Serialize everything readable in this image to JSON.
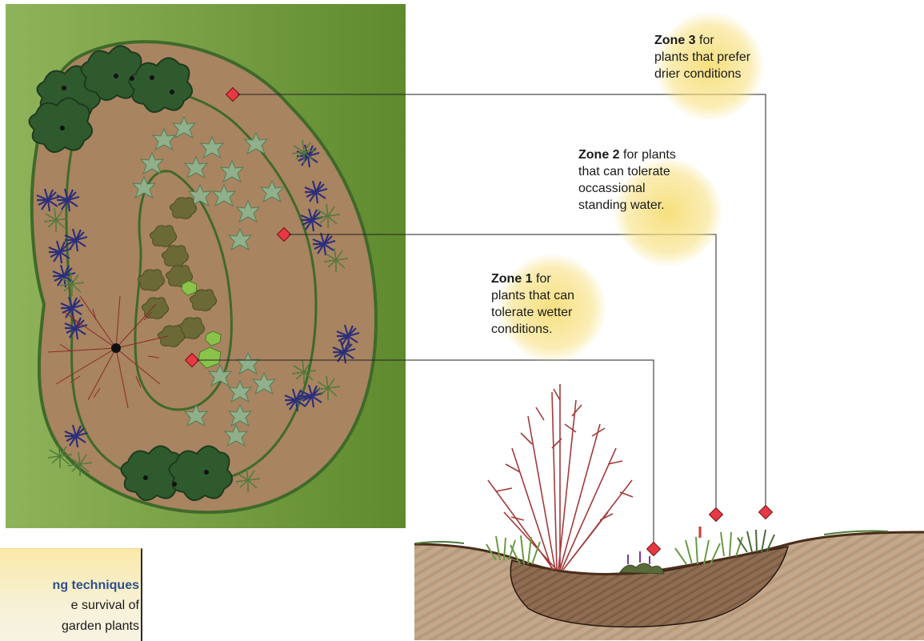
{
  "zones": [
    {
      "id": "zone-3",
      "title": "Zone 3",
      "lines": [
        "for",
        "plants that prefer",
        "drier conditions"
      ]
    },
    {
      "id": "zone-2",
      "title": "Zone 2",
      "lines": [
        "for plants",
        "that can tolerate",
        "occassional",
        "standing water."
      ]
    },
    {
      "id": "zone-1",
      "title": "Zone 1",
      "lines": [
        "for",
        "plants that can",
        "tolerate wetter",
        "conditions."
      ]
    }
  ],
  "tip_card": {
    "title": "ng techniques",
    "line1": "e survival of",
    "line2": "garden plants"
  },
  "colors": {
    "lawn_light": "#8fb35a",
    "lawn_dark": "#5f8a2e",
    "soil": "#a88460",
    "zone_line": "#3f6a2a",
    "marker": "#e63946",
    "label_highlight": "#f6de78",
    "tip_title": "#2e4f8a"
  }
}
